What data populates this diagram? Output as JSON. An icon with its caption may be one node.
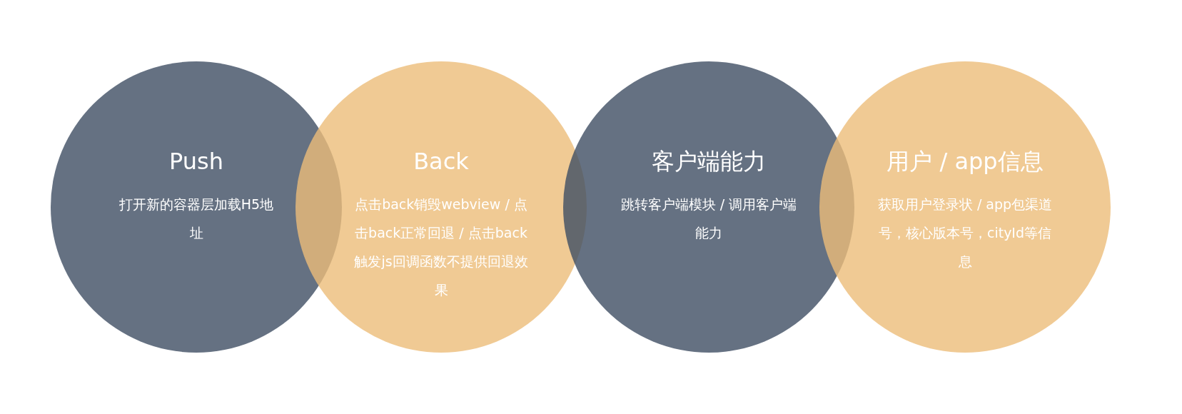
{
  "diagram": {
    "nodes": [
      {
        "text": [
          "Push",
          "打开新的容器层加载H5地址"
        ]
      },
      {
        "text": [
          "Back",
          "点击back销毁webview / 点击back正常回退 / 点击back触发js回调函数不提供回退效果"
        ]
      },
      {
        "text": [
          "客户端能力",
          "跳转客户端模块 / 调用客户端能力"
        ]
      },
      {
        "text": [
          "用户 / app信息",
          "获取用户登录状 / app包渠道号，核心版本号，cityId等信息"
        ]
      }
    ]
  }
}
